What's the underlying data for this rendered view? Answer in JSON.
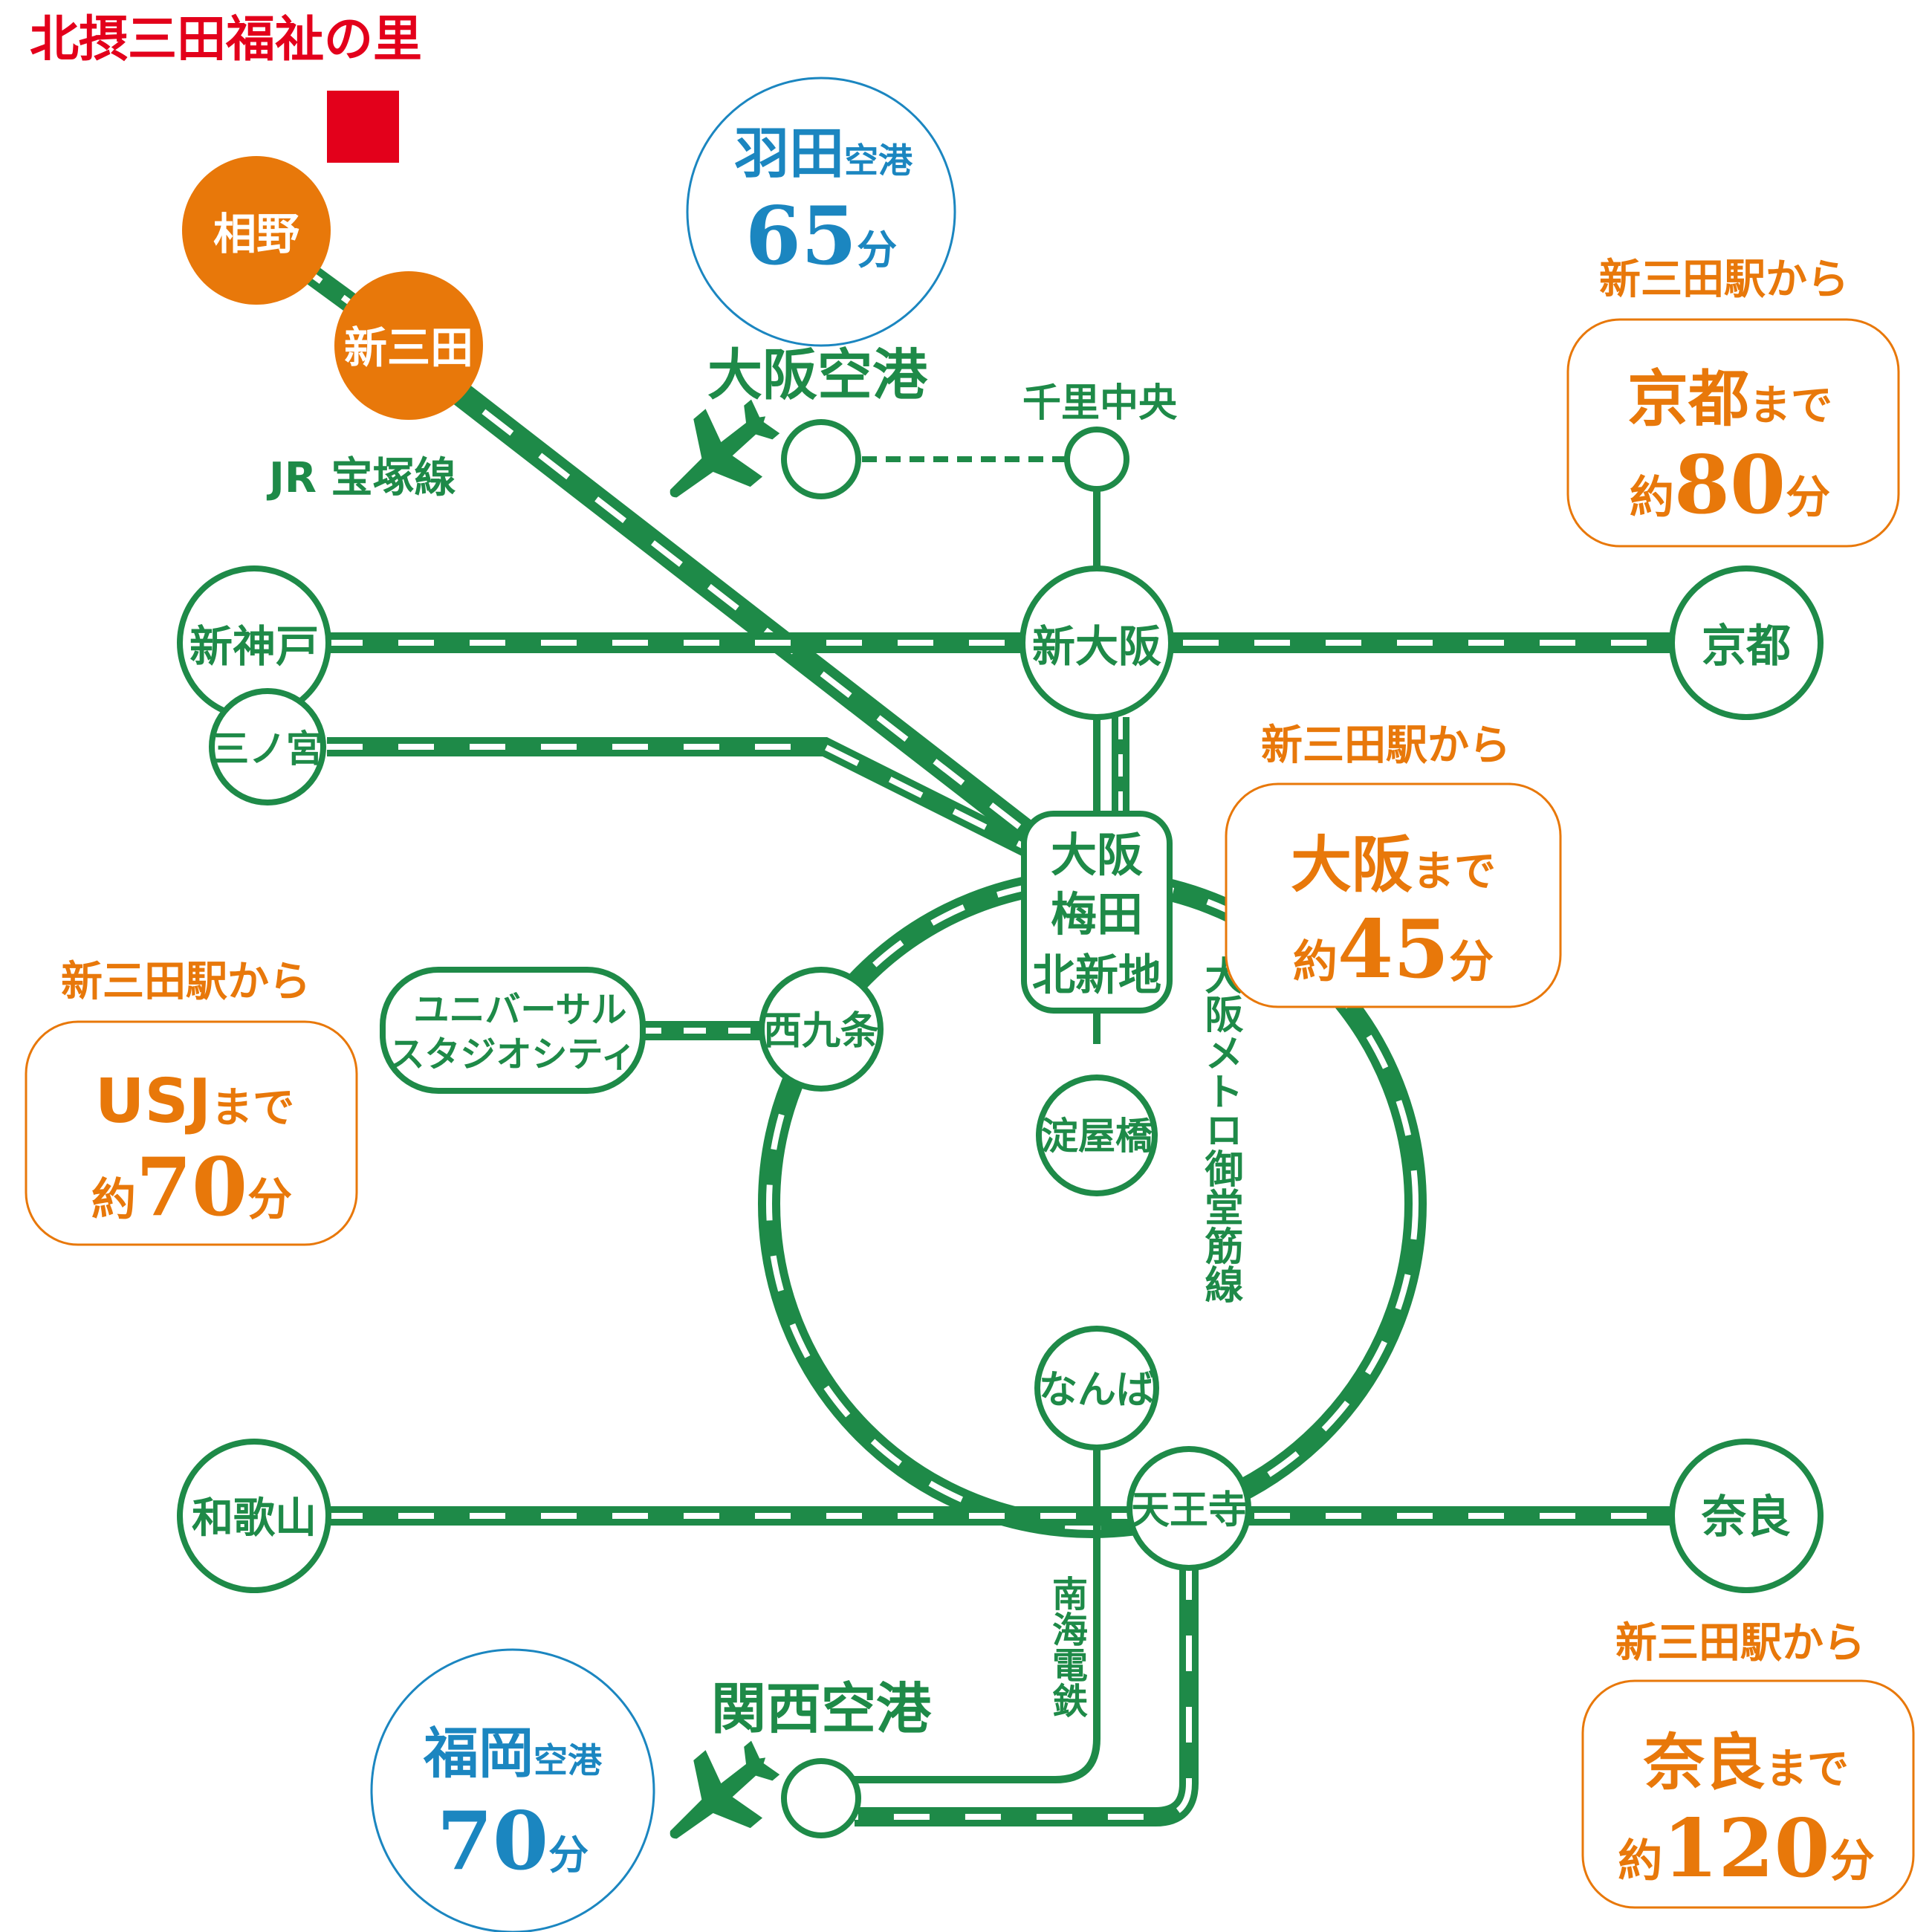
{
  "title": "北摂三田福祉の里",
  "colors": {
    "line_green": "#1e8a48",
    "station_orange": "#e8780a",
    "accent_red": "#e3001b",
    "airport_blue": "#1b86c0"
  },
  "line_labels": {
    "jr_takarazuka": "JR 宝塚線",
    "midosuji": "大阪メトロ御堂筋線",
    "nankai": "南海電鉄"
  },
  "stations": {
    "aino": "相野",
    "shinsanda": "新三田",
    "senri_chuo": "千里中央",
    "shin_osaka": "新大阪",
    "shin_kobe": "新神戸",
    "sannomiya": "三ノ宮",
    "kyoto": "京都",
    "osaka_umeda_1": "大阪",
    "osaka_umeda_2": "梅田",
    "osaka_umeda_3": "北新地",
    "usj_1": "ユニバーサル",
    "usj_2": "スタジオシティ",
    "nishikujo": "西九条",
    "yodoyabashi": "淀屋橋",
    "namba": "なんば",
    "tennoji": "天王寺",
    "wakayama": "和歌山",
    "nara": "奈良"
  },
  "airports": {
    "osaka_itami": "大阪空港",
    "kansai": "関西空港",
    "haneda": {
      "name": "羽田",
      "suffix": "空港",
      "time": "65",
      "unit": "分"
    },
    "fukuoka": {
      "name": "福岡",
      "suffix": "空港",
      "time": "70",
      "unit": "分"
    }
  },
  "callouts": {
    "from_label": "新三田駅から",
    "kyoto": {
      "dest": "京都",
      "made": "まで",
      "yaku": "約",
      "time": "80",
      "unit": "分"
    },
    "osaka": {
      "dest": "大阪",
      "made": "まで",
      "yaku": "約",
      "time": "45",
      "unit": "分"
    },
    "usj": {
      "dest": "USJ",
      "made": "まで",
      "yaku": "約",
      "time": "70",
      "unit": "分"
    },
    "nara": {
      "dest": "奈良",
      "made": "まで",
      "yaku": "約",
      "time": "120",
      "unit": "分"
    }
  }
}
